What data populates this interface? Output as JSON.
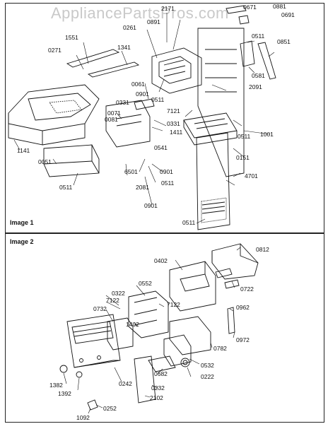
{
  "watermark": "AppliancePartsPros.com",
  "image1": {
    "title": "Image 1",
    "labels": [
      "2171",
      "0671",
      "0881",
      "0261",
      "0891",
      "0691",
      "1551",
      "0271",
      "1341",
      "0511",
      "0851",
      "0581",
      "0061",
      "2091",
      "0901",
      "0331",
      "0511",
      "7121",
      "0071",
      "0081",
      "0331",
      "1411",
      "1001",
      "1141",
      "0541",
      "0511",
      "0151",
      "6501",
      "0901",
      "0051",
      "0511",
      "2081",
      "0511",
      "4701",
      "0901",
      "0511"
    ]
  },
  "image2": {
    "title": "Image 2",
    "labels": [
      "0402",
      "0812",
      "0722",
      "0552",
      "0322",
      "7122",
      "7122",
      "0732",
      "0962",
      "1402",
      "0972",
      "0782",
      "0532",
      "0222",
      "1382",
      "0682",
      "1392",
      "0232",
      "0242",
      "2102",
      "0252",
      "1092"
    ]
  }
}
